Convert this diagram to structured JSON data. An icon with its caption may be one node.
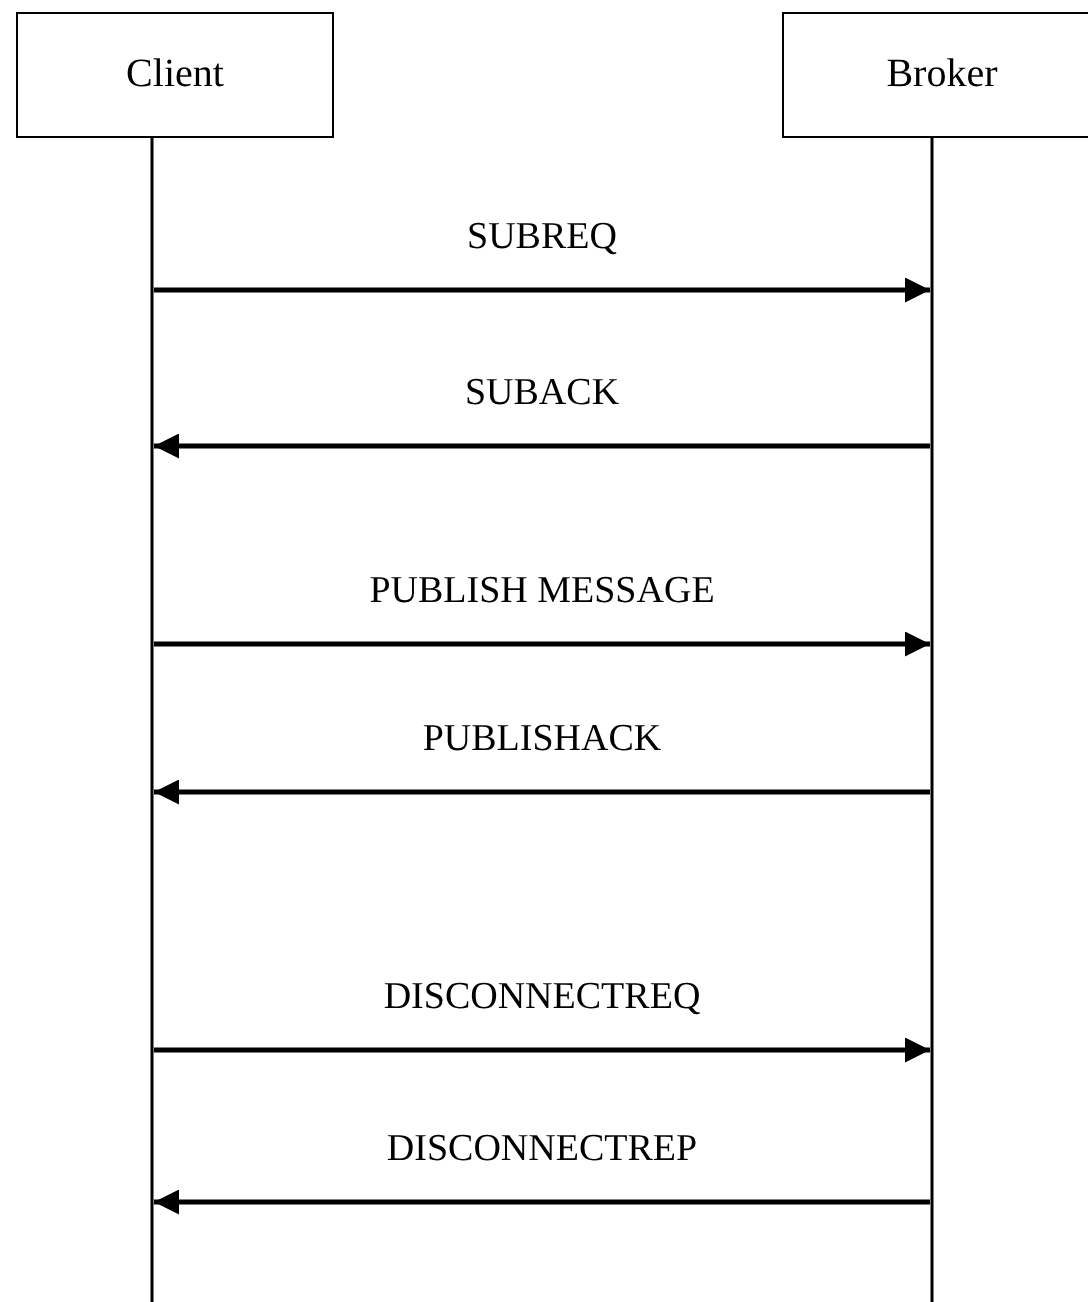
{
  "diagram": {
    "nodes": [
      {
        "text": [
          "Client"
        ]
      },
      {
        "text": [
          "Broker"
        ]
      }
    ],
    "edges": [
      {
        "from": 0,
        "to": 1,
        "arrow": "to",
        "label": "SUBREQ"
      },
      {
        "from": 1,
        "to": 0,
        "arrow": "to",
        "label": "SUBACK"
      },
      {
        "from": 0,
        "to": 1,
        "arrow": "to",
        "label": "PUBLISH MESSAGE"
      },
      {
        "from": 1,
        "to": 0,
        "arrow": "to",
        "label": "PUBLISHACK"
      },
      {
        "from": 0,
        "to": 1,
        "arrow": "to",
        "label": "DISCONNECTREQ"
      },
      {
        "from": 1,
        "to": 0,
        "arrow": "to",
        "label": "DISCONNECTREP"
      }
    ]
  }
}
